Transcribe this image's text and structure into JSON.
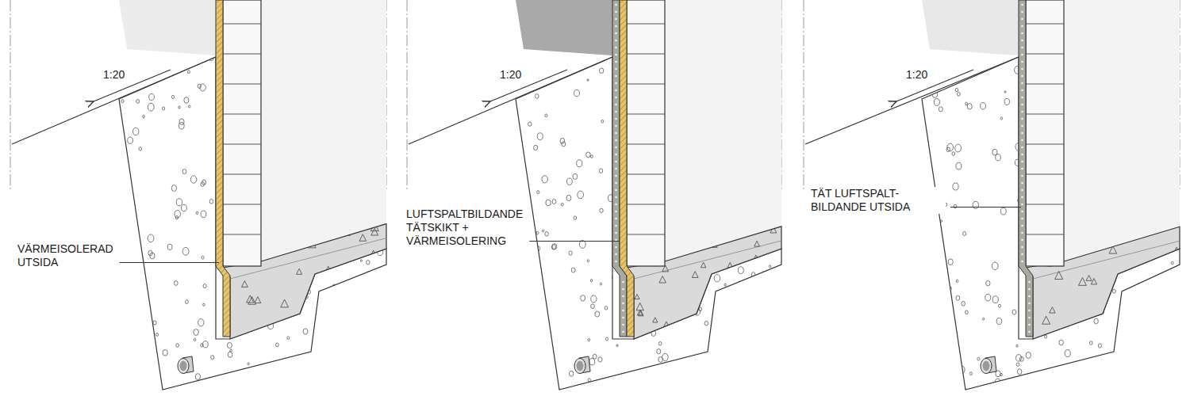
{
  "diagram": {
    "labels": [
      "1:20",
      "VÄRMEISOLERAD UTSIDA",
      "1:20",
      "LUFTSPALTBILDANDE TÄTSKIKT + VÄRMEISOLERING",
      "1:20",
      "TÄT LUFTSPALT- BILDANDE UTSIDA"
    ]
  }
}
